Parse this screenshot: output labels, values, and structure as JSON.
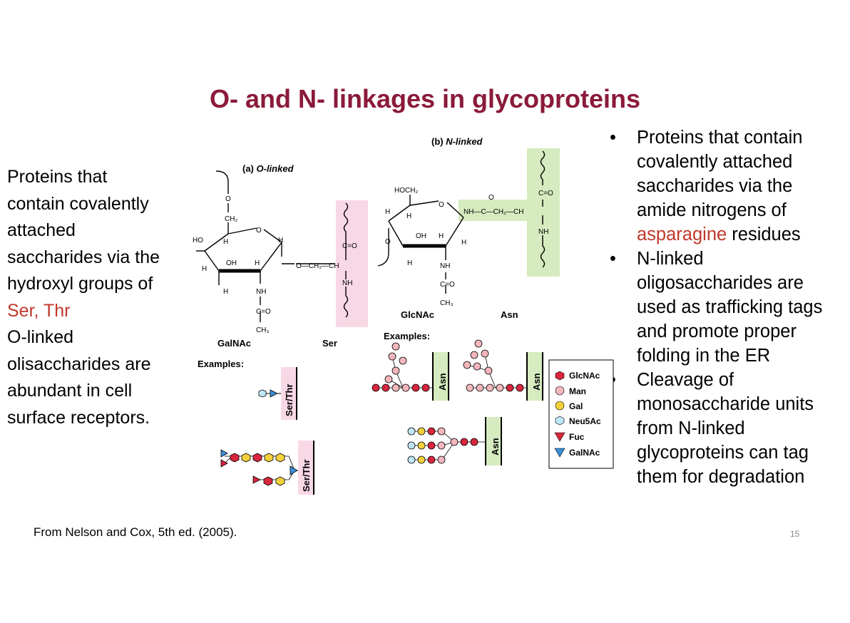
{
  "title": "O- and N- linkages in glycoproteins",
  "left": {
    "line1": "Proteins that",
    "line2": "contain covalently",
    "line3": "attached",
    "line4": "saccharides via the",
    "line5": "hydroxyl groups of",
    "line6_highlight": "Ser, Thr",
    "line7": "O-linked",
    "line8": "olisaccharides are",
    "line9": "abundant in cell",
    "line10": "surface receptors."
  },
  "bullets": [
    {
      "l1": "Proteins that contain",
      "l2": "covalently attached",
      "l3": "saccharides via the",
      "l4": "amide nitrogens of",
      "l5_highlight": "asparagine",
      "l5_rest": " residues"
    },
    {
      "l1": "N-linked",
      "l2": "oligosaccharides are",
      "l3": "used as trafficking tags",
      "l4": "and promote proper",
      "l5": "folding in the ER"
    },
    {
      "l1": "Cleavage of",
      "l2": "monosaccharide units",
      "l3": "from N-linked",
      "l4": "glycoproteins can tag",
      "l5": "them for degradation"
    }
  ],
  "figure": {
    "a_prefix": "(a) ",
    "a_label": "O-linked",
    "b_prefix": "(b) ",
    "b_label": "N-linked",
    "galnac": "GalNAc",
    "ser": "Ser",
    "glcnac": "GlcNAc",
    "asn": "Asn",
    "examples": "Examples:",
    "ser_thr": "Ser/Thr",
    "legend": [
      "GlcNAc",
      "Man",
      "Gal",
      "Neu5Ac",
      "Fuc",
      "GalNAc"
    ],
    "colors": {
      "glcnac": "#d7263d",
      "man": "#f4b6bd",
      "gal": "#f2d13c",
      "neu5ac": "#bfe6f5",
      "fuc": "#d7263d",
      "galnac": "#3b8fd9",
      "pink_box": "#f9d8e6",
      "green_box": "#d6ebbf"
    }
  },
  "footer": "From Nelson and Cox, 5th ed. (2005).",
  "slide_number": "15"
}
